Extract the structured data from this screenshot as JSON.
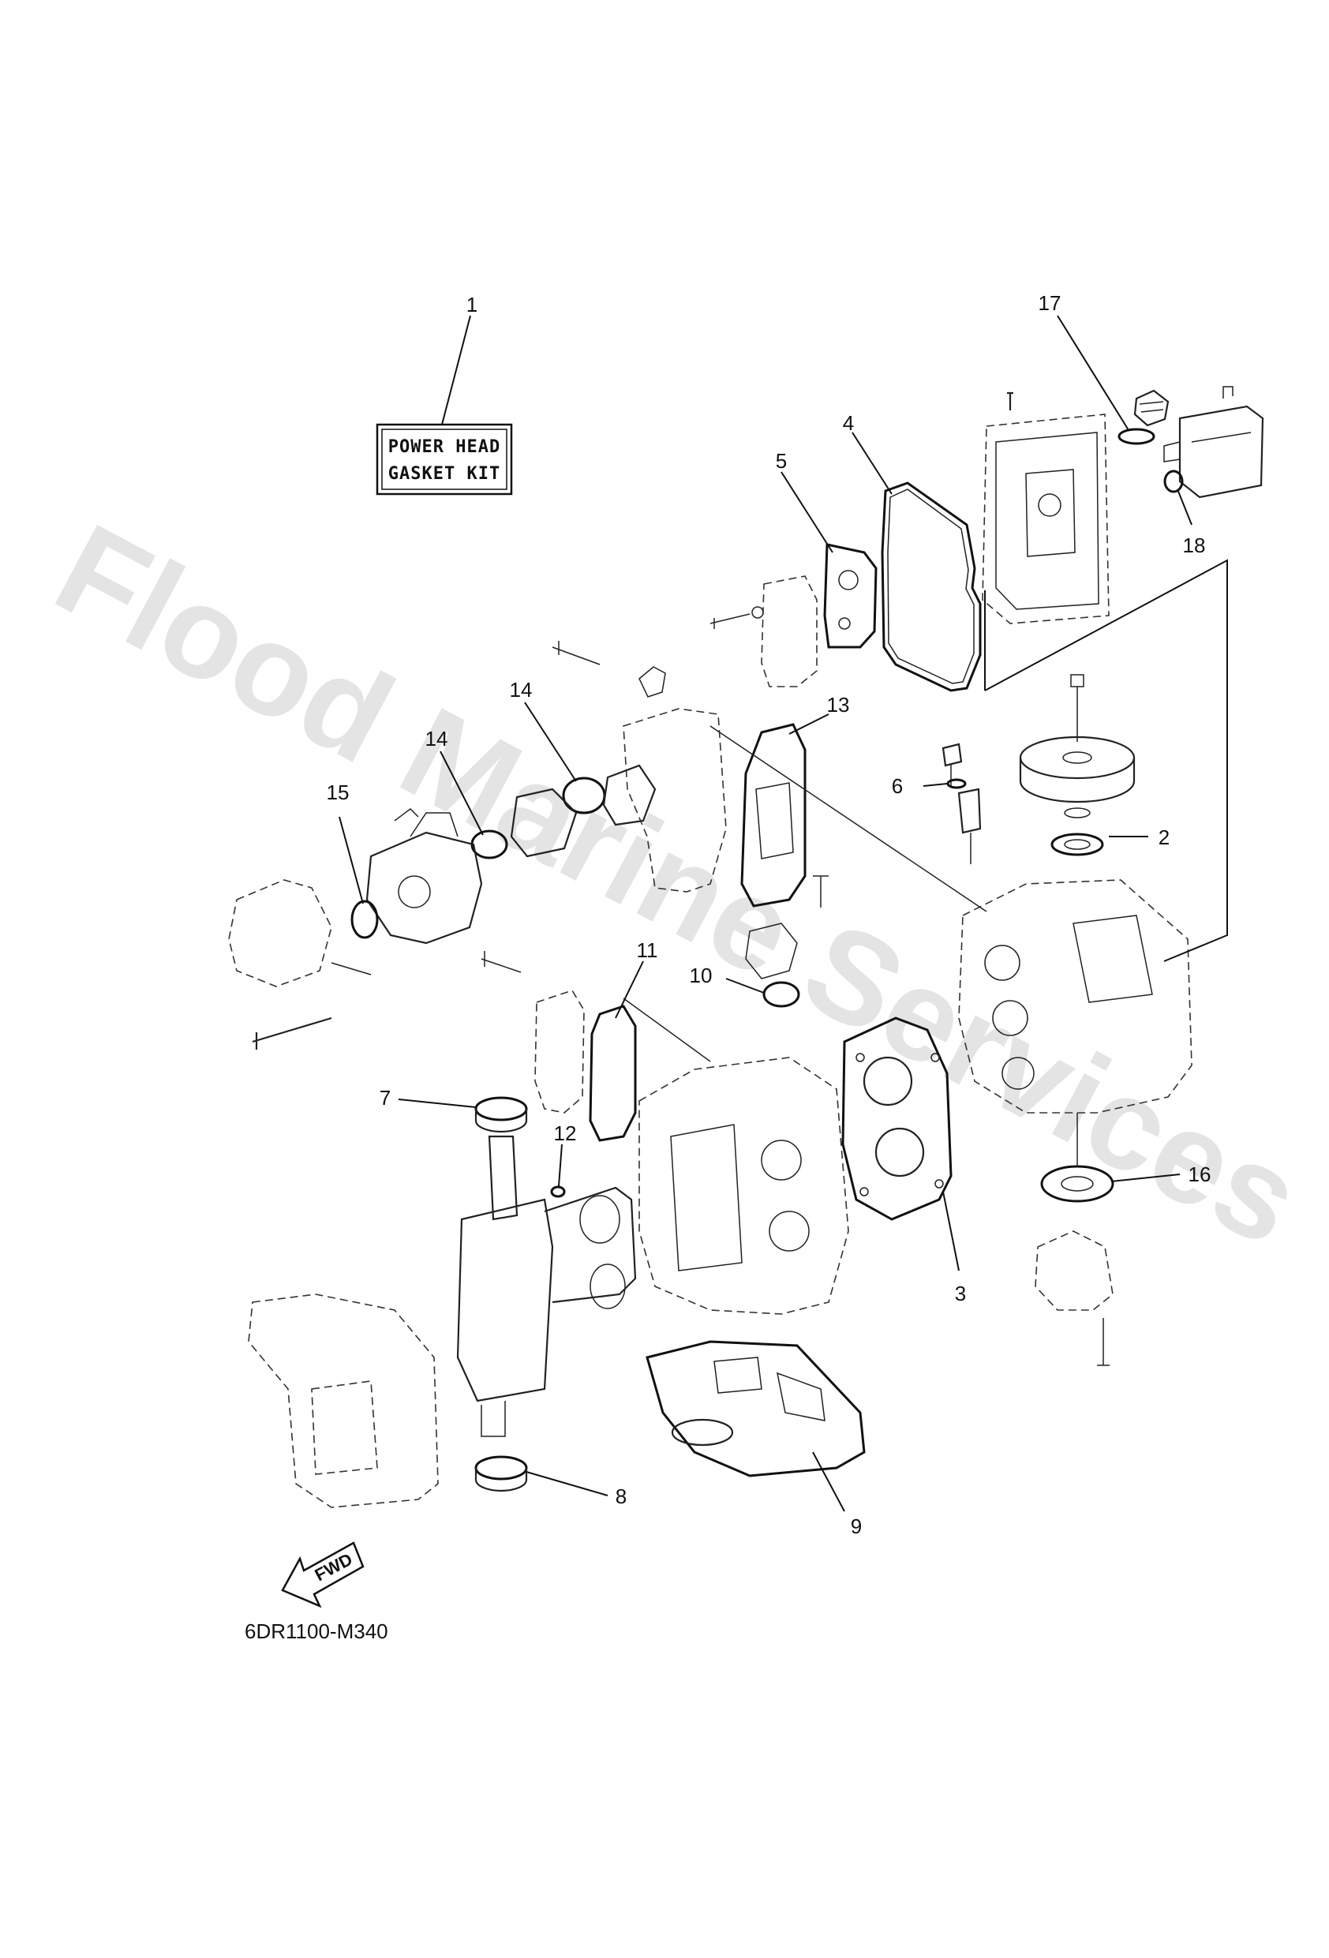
{
  "diagram": {
    "kit_label_line1": "POWER HEAD",
    "kit_label_line2": "GASKET KIT",
    "fwd_label": "FWD",
    "figure_code": "6DR1100-M340",
    "watermark": "Flood Marine Services",
    "callouts": [
      "1",
      "2",
      "3",
      "4",
      "5",
      "6",
      "7",
      "8",
      "9",
      "10",
      "11",
      "12",
      "13",
      "14",
      "14",
      "15",
      "16",
      "17",
      "18"
    ]
  }
}
